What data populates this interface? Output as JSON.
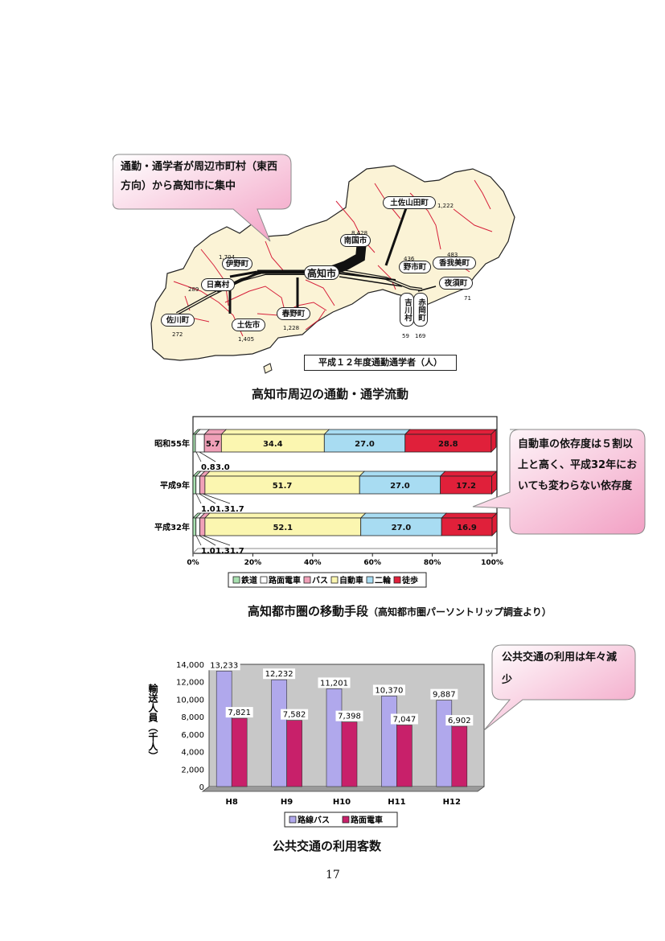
{
  "map": {
    "callout_text": "通勤・通学者が周辺市町村（東西方向）から高知市に集中",
    "legend_box": "平成１２年度通勤通学者（人）",
    "caption": "高知市周辺の通勤・通学流動",
    "center": "高知市",
    "municipalities": [
      {
        "key": "tosayamada",
        "name": "土佐山田町",
        "value": "1,222"
      },
      {
        "key": "nankoku",
        "name": "南国市",
        "value": "8,428"
      },
      {
        "key": "ino",
        "name": "伊野町",
        "value": "1,704"
      },
      {
        "key": "hidaka",
        "name": "日高村",
        "value": "289"
      },
      {
        "key": "sakawa",
        "name": "佐川町",
        "value": "272"
      },
      {
        "key": "tosa",
        "name": "土佐市",
        "value": "1,405"
      },
      {
        "key": "haruno",
        "name": "春野町",
        "value": "1,228"
      },
      {
        "key": "noichi",
        "name": "野市町",
        "value": "436"
      },
      {
        "key": "kagami",
        "name": "香我美町",
        "value": "483"
      },
      {
        "key": "yasu",
        "name": "夜須町",
        "value": "71"
      },
      {
        "key": "yoshikawa",
        "name": "吉川村",
        "value": "59"
      },
      {
        "key": "akaoka",
        "name": "赤岡町",
        "value": "169"
      }
    ]
  },
  "modal": {
    "callout_text": "自動車の依存度は５割以上と高く、平成32年においても変わらない依存度",
    "caption_main": "高知都市圏の移動手段",
    "caption_sub": "（高知都市圏パーソントリップ調査より）"
  },
  "ridership": {
    "callout_text": "公共交通の利用は年々減少",
    "caption": "公共交通の利用客数"
  },
  "chart_data": [
    {
      "type": "bar",
      "orientation": "horizontal-stacked-100",
      "categories": [
        "昭和55年",
        "平成9年",
        "平成32年"
      ],
      "series": [
        {
          "name": "鉄道",
          "color": "#a8e0b0",
          "values": [
            0.8,
            1.0,
            1.0
          ],
          "labels": [
            "0.8",
            "1.0",
            "1.0"
          ]
        },
        {
          "name": "路面電車",
          "color": "#ffffff",
          "values": [
            3.0,
            1.3,
            1.3
          ],
          "labels": [
            "3.0",
            "1.3",
            "1.3"
          ]
        },
        {
          "name": "バス",
          "color": "#f0a0b8",
          "values": [
            5.7,
            1.7,
            1.7
          ],
          "labels": [
            "5.7",
            "1.7",
            "1.7"
          ]
        },
        {
          "name": "自動車",
          "color": "#fbf6b0",
          "values": [
            34.4,
            51.7,
            52.1
          ],
          "labels": [
            "34.4",
            "51.7",
            "52.1"
          ]
        },
        {
          "name": "二輪",
          "color": "#a8dcf2",
          "values": [
            27.0,
            27.0,
            27.0
          ],
          "labels": [
            "27.0",
            "27.0",
            "27.0"
          ]
        },
        {
          "name": "徒歩",
          "color": "#e0203a",
          "values": [
            28.8,
            17.2,
            16.9
          ],
          "labels": [
            "28.8",
            "17.2",
            "16.9"
          ]
        }
      ],
      "xlim": [
        0,
        100
      ],
      "xticks": [
        "0%",
        "20%",
        "40%",
        "60%",
        "80%",
        "100%"
      ],
      "legend": "bottom"
    },
    {
      "type": "bar",
      "categories": [
        "H8",
        "H9",
        "H10",
        "H11",
        "H12"
      ],
      "series": [
        {
          "name": "路線バス",
          "color": "#b0a8ec",
          "values": [
            13233,
            12232,
            11201,
            10370,
            9887
          ],
          "labels": [
            "13,233",
            "12,232",
            "11,201",
            "10,370",
            "9,887"
          ]
        },
        {
          "name": "路面電車",
          "color": "#c8206a",
          "values": [
            7821,
            7582,
            7398,
            7047,
            6902
          ],
          "labels": [
            "7,821",
            "7,582",
            "7,398",
            "7,047",
            "6,902"
          ]
        }
      ],
      "ylabel": "輸送人員（千人）",
      "ylim": [
        0,
        14000
      ],
      "yticks": [
        "0",
        "2,000",
        "4,000",
        "6,000",
        "8,000",
        "10,000",
        "12,000",
        "14,000"
      ],
      "legend": "bottom",
      "grid": false
    }
  ],
  "page_number": "17"
}
